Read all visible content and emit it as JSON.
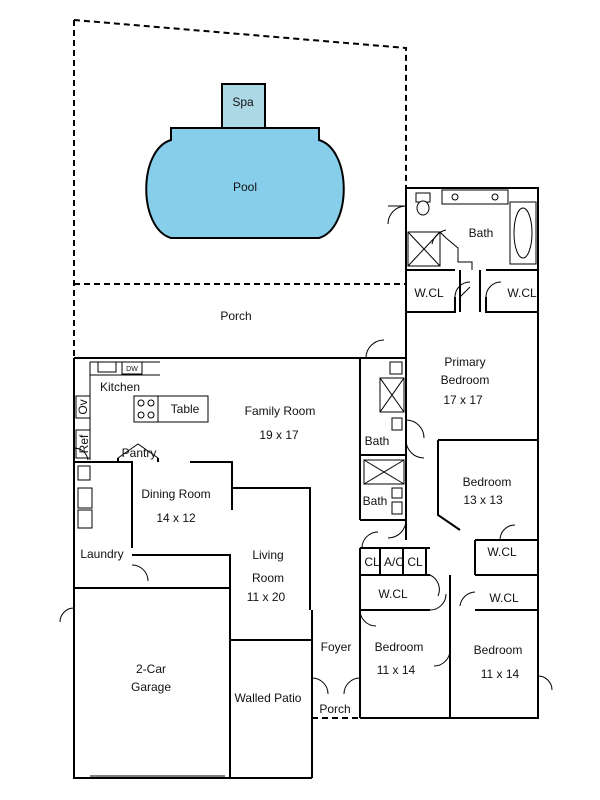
{
  "rooms": {
    "spa": "Spa",
    "pool": "Pool",
    "porch_back": "Porch",
    "bath_primary": "Bath",
    "wcl_left": "W.CL",
    "wcl_right": "W.CL",
    "primary_bedroom_line1": "Primary",
    "primary_bedroom_line2": "Bedroom",
    "primary_bedroom_size": "17 x 17",
    "kitchen": "Kitchen",
    "table": "Table",
    "family_room": "Family Room",
    "family_room_size": "19 x 17",
    "bath_hall_1": "Bath",
    "bath_hall_2": "Bath",
    "pantry": "Pantry",
    "ref": "Ref",
    "ov": "Ov",
    "dw": "DW",
    "bedroom_2": "Bedroom",
    "bedroom_2_size": "13 x 13",
    "dining_room": "Dining Room",
    "dining_room_size": "14 x 12",
    "laundry": "Laundry",
    "living_line1": "Living",
    "living_line2": "Room",
    "living_size": "11 x 20",
    "cl_1": "CL",
    "ac": "A/C",
    "cl_2": "CL",
    "wcl_mid": "W.CL",
    "wcl_bed3": "W.CL",
    "wcl_bed4": "W.CL",
    "garage_line1": "2-Car",
    "garage_line2": "Garage",
    "foyer": "Foyer",
    "bedroom_3": "Bedroom",
    "bedroom_3_size": "11 x 14",
    "bedroom_4": "Bedroom",
    "bedroom_4_size": "11 x 14",
    "walled_patio": "Walled Patio",
    "porch_front": "Porch"
  },
  "colors": {
    "pool": "#87ceeb",
    "spa": "#add8e6",
    "wall": "#000000",
    "background": "#ffffff"
  }
}
